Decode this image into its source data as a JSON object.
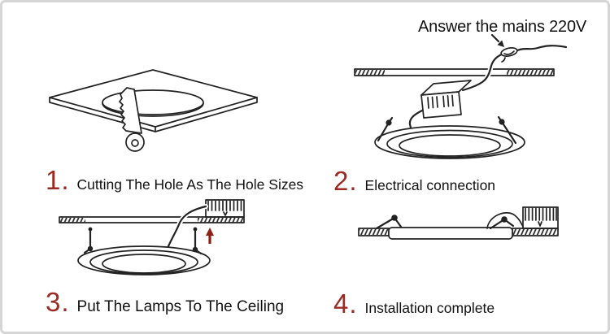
{
  "annotation": {
    "mains_label": "Answer the mains 220V"
  },
  "steps": [
    {
      "number": "1.",
      "label": "Cutting The Hole As The Hole Sizes"
    },
    {
      "number": "2.",
      "label": "Electrical connection"
    },
    {
      "number": "3.",
      "label": "Put The Lamps To The Ceiling"
    },
    {
      "number": "4.",
      "label": "Installation complete"
    }
  ],
  "icons": {
    "push_up_arrow": "↑",
    "junction_pointer_arrow": "↘",
    "hole_saw": "keyhole-saw",
    "wire_junction": "wire-nut"
  },
  "colors": {
    "step_number": "#9a2a22",
    "arrow_red": "#8e1f14",
    "ink": "#222222",
    "text": "#111111",
    "background": "#ffffff",
    "border": "#d6d6d6"
  }
}
